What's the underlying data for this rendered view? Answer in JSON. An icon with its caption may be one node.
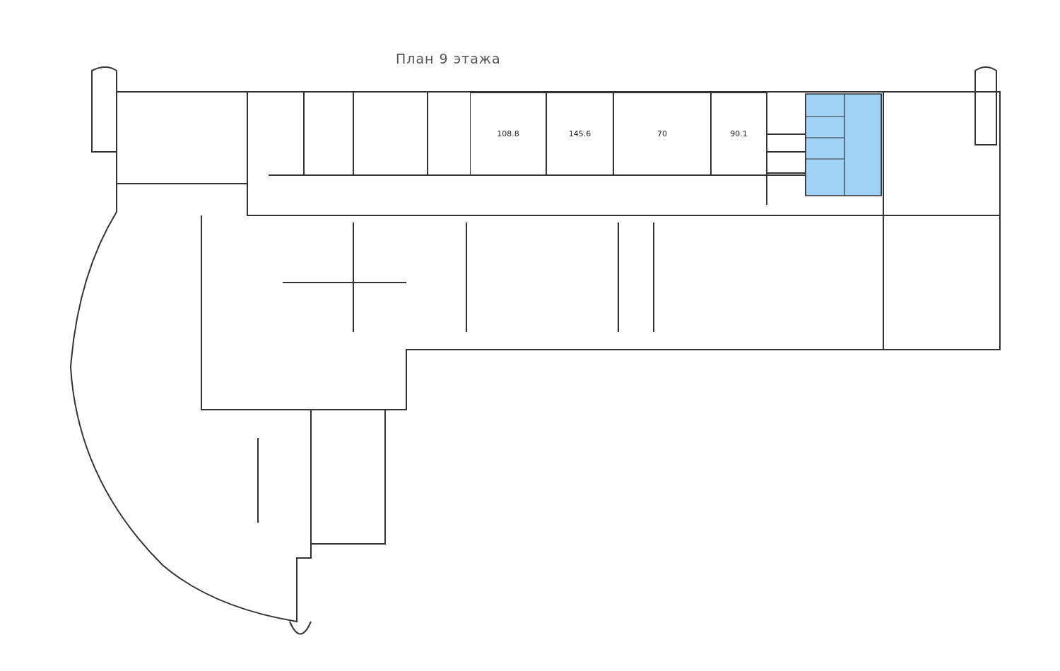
{
  "diagram": {
    "title": "План 9 этажа",
    "nodes": [
      {
        "text": [
          "108.8"
        ]
      },
      {
        "text": [
          "145.6"
        ]
      },
      {
        "text": [
          "70"
        ]
      },
      {
        "text": [
          "90.1"
        ]
      }
    ],
    "edges": []
  }
}
